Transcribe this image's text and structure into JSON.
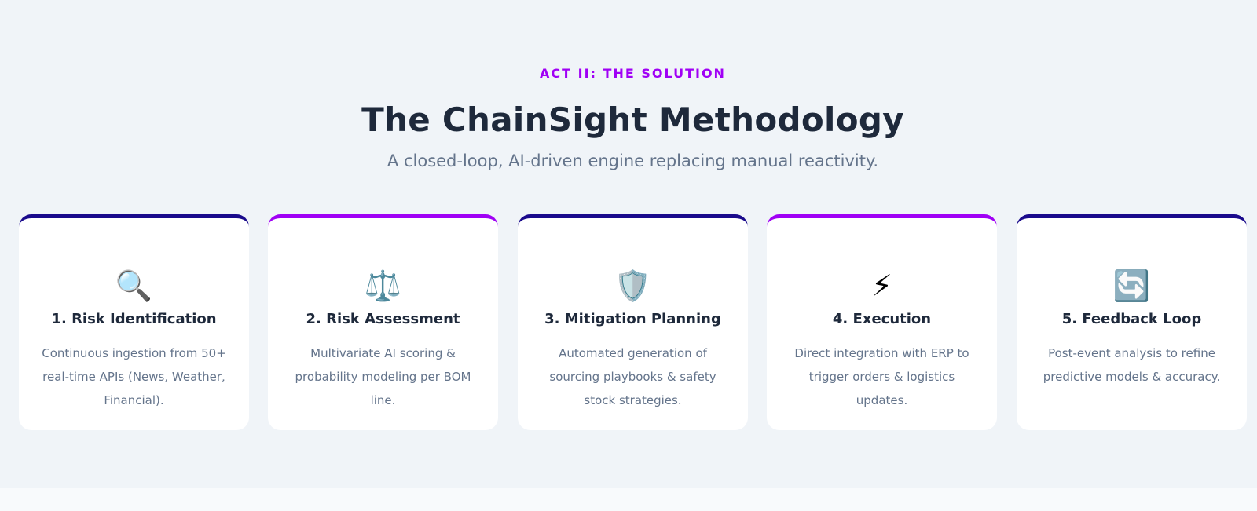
{
  "header": {
    "eyebrow": "ACT II: THE SOLUTION",
    "title": "The ChainSight Methodology",
    "subtitle": "A closed-loop, AI-driven engine replacing manual reactivity."
  },
  "colors": {
    "accent_purple": "#a000f5",
    "accent_navy": "#1a0a8c",
    "title": "#1e293b",
    "muted": "#64748b"
  },
  "steps": [
    {
      "icon": "🔍",
      "icon_name": "magnifying-glass-icon",
      "title": "1. Risk Identification",
      "description": "Continuous ingestion from 50+ real-time APIs (News, Weather, Financial)."
    },
    {
      "icon": "⚖️",
      "icon_name": "balance-scale-icon",
      "title": "2. Risk Assessment",
      "description": "Multivariate AI scoring & probability modeling per BOM line."
    },
    {
      "icon": "🛡️",
      "icon_name": "shield-icon",
      "title": "3. Mitigation Planning",
      "description": "Automated generation of sourcing playbooks & safety stock strategies."
    },
    {
      "icon": "⚡",
      "icon_name": "lightning-icon",
      "title": "4. Execution",
      "description": "Direct integration with ERP to trigger orders & logistics updates."
    },
    {
      "icon": "🔄",
      "icon_name": "refresh-loop-icon",
      "title": "5. Feedback Loop",
      "description": "Post-event analysis to refine predictive models & accuracy."
    }
  ]
}
